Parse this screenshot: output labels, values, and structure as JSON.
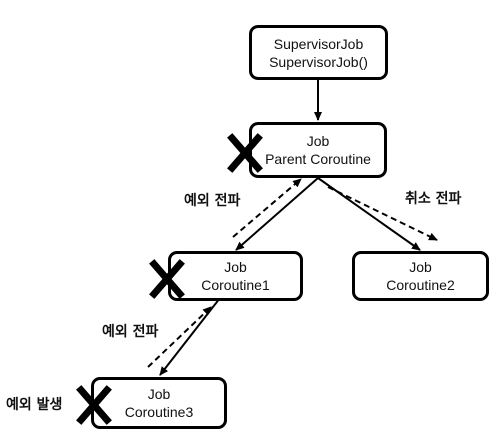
{
  "nodes": {
    "supervisor": {
      "line1": "SupervisorJob",
      "line2": "SupervisorJob()"
    },
    "parent": {
      "line1": "Job",
      "line2": "Parent Coroutine"
    },
    "coroutine1": {
      "line1": "Job",
      "line2": "Coroutine1"
    },
    "coroutine2": {
      "line1": "Job",
      "line2": "Coroutine2"
    },
    "coroutine3": {
      "line1": "Job",
      "line2": "Coroutine3"
    }
  },
  "labels": {
    "propagate_exception_upper": "예외 전파",
    "propagate_cancel": "취소 전파",
    "propagate_exception_lower": "예외 전파",
    "exception_occurred": "예외 발생"
  }
}
